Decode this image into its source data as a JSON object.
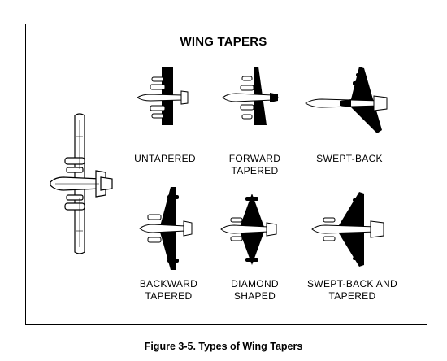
{
  "figure": {
    "title": "WING TAPERS",
    "caption": "Figure 3-5. Types of Wing Tapers",
    "items": [
      {
        "label_line1": "UNTAPERED",
        "label_line2": ""
      },
      {
        "label_line1": "FORWARD",
        "label_line2": "TAPERED"
      },
      {
        "label_line1": "SWEPT-BACK",
        "label_line2": ""
      },
      {
        "label_line1": "BACKWARD",
        "label_line2": "TAPERED"
      },
      {
        "label_line1": "DIAMOND",
        "label_line2": "SHAPED"
      },
      {
        "label_line1": "SWEPT-BACK AND",
        "label_line2": "TAPERED"
      }
    ]
  },
  "colors": {
    "ink": "#000000",
    "paper": "#ffffff"
  }
}
